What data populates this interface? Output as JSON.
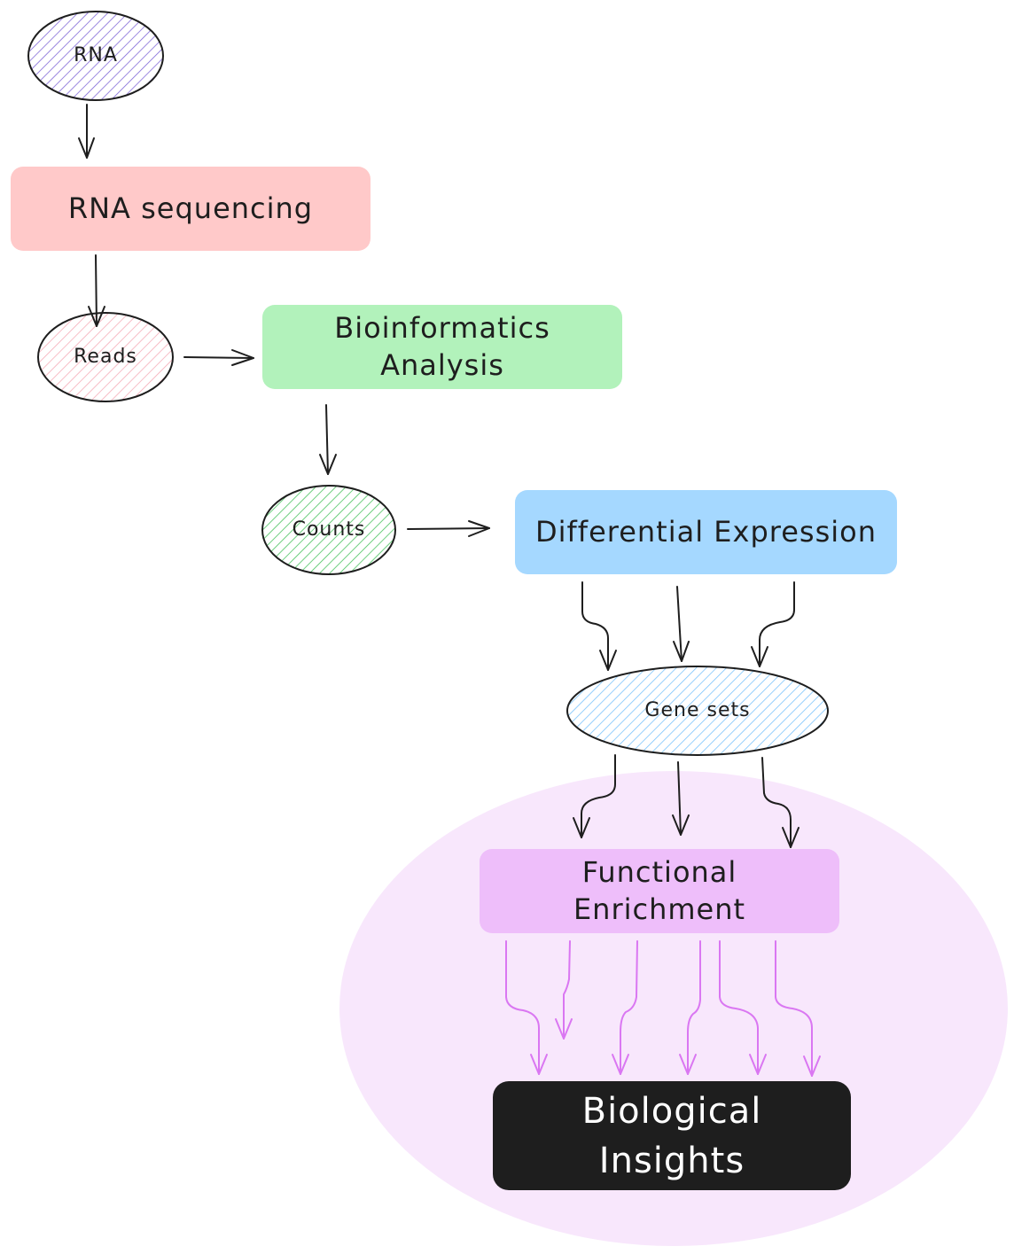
{
  "colors": {
    "rna_fill": "#7b61d6",
    "seq_fill": "#ffc9c9",
    "reads_fill": "#f5a8b4",
    "bio_fill": "#b2f2bb",
    "counts_fill": "#40c057",
    "diff_fill": "#a5d8ff",
    "genesets_fill": "#74c0fc",
    "func_fill": "#eebefa",
    "insights_fill": "#1e1e1e",
    "halo_fill": "#f8e7fc",
    "pink_arrow": "#da77f2",
    "stroke": "#1e1e1e"
  },
  "nodes": {
    "rna": "RNA",
    "rna_sequencing": "RNA sequencing",
    "reads": "Reads",
    "bioinformatics": "Bioinformatics\nAnalysis",
    "counts": "Counts",
    "differential_expression": "Differential Expression",
    "gene_sets": "Gene sets",
    "functional_enrichment": "Functional\nEnrichment",
    "biological_insights": "Biological\nInsights"
  }
}
